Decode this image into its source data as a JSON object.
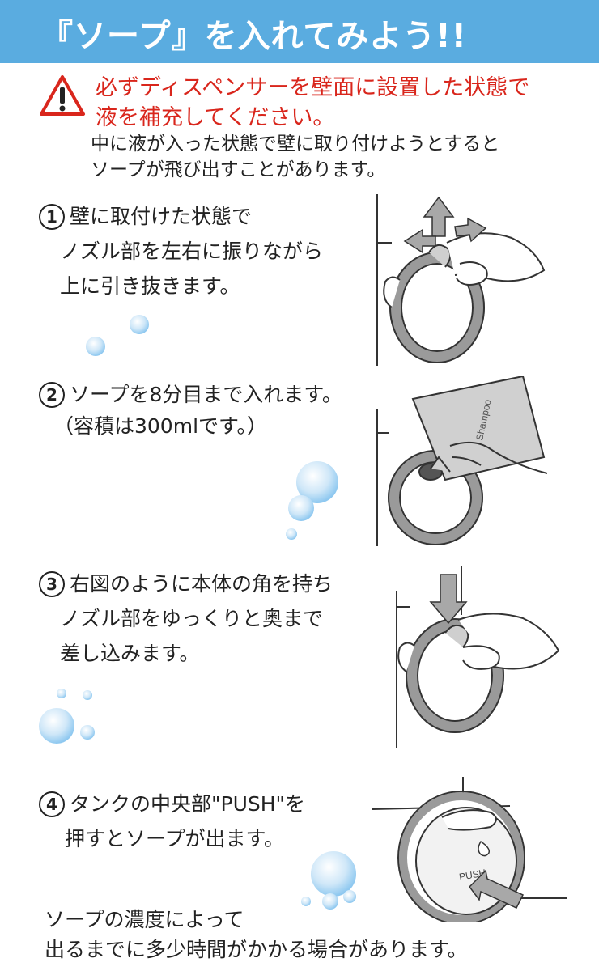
{
  "header": {
    "title": "『ソープ』を入れてみよう!!"
  },
  "warning": {
    "line1": "必ずディスペンサーを壁面に設置した状態で",
    "line2": "液を補充してください。",
    "sub1": "中に液が入った状態で壁に取り付けようとすると",
    "sub2": "ソープが飛び出すことがあります。"
  },
  "steps": [
    {
      "num": "1",
      "lines": [
        "壁に取付けた状態で",
        "ノズル部を左右に振りながら",
        "上に引き抜きます。"
      ]
    },
    {
      "num": "2",
      "lines": [
        "ソープを8分目まで入れます。",
        "（容積は300mlです。）"
      ]
    },
    {
      "num": "3",
      "lines": [
        "右図のように本体の角を持ち",
        "ノズル部をゆっくりと奥まで",
        "差し込みます。"
      ]
    },
    {
      "num": "4",
      "lines": [
        "タンクの中央部\"PUSH\"を",
        "押すとソープが出ます。"
      ]
    }
  ],
  "illustrations": {
    "pouch_label": "Shampoo",
    "push_label": "PUSH"
  },
  "footer": {
    "line1": "ソープの濃度によって",
    "line2": "出るまでに多少時間がかかる場合があります。"
  },
  "colors": {
    "header_bg": "#5aace0",
    "warning_red": "#d9261c",
    "bubble": "#8ec8f0",
    "illus_gray": "#9a9a9a"
  }
}
